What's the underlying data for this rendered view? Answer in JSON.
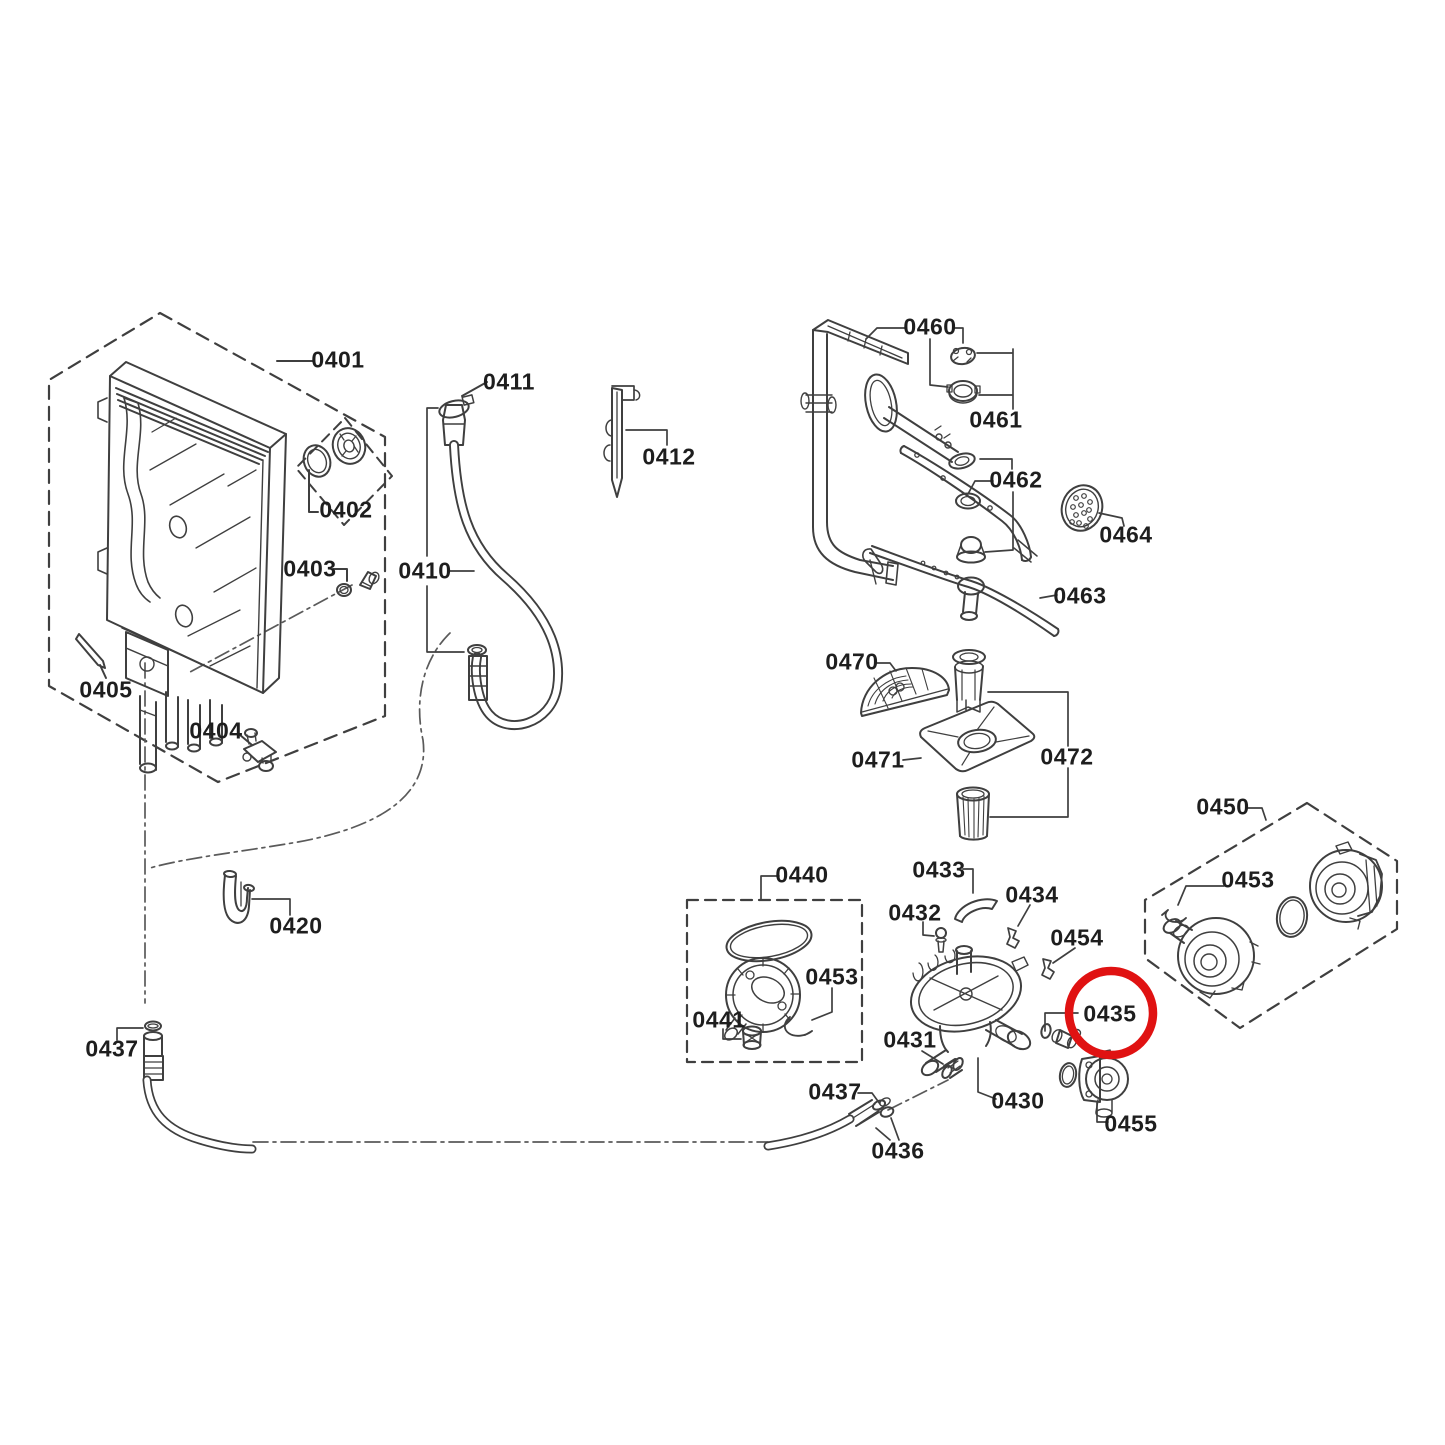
{
  "figure": {
    "type": "exploded-parts-diagram",
    "background": "#ffffff",
    "line_color": "#3f3f3f",
    "label_color": "#1e1e1e"
  },
  "highlight": {
    "circled_part": "0435",
    "color": "#e01212"
  },
  "labels": [
    {
      "id": "0401",
      "text": "0401"
    },
    {
      "id": "0402",
      "text": "0402"
    },
    {
      "id": "0403",
      "text": "0403"
    },
    {
      "id": "0404",
      "text": "0404"
    },
    {
      "id": "0405",
      "text": "0405"
    },
    {
      "id": "0410",
      "text": "0410"
    },
    {
      "id": "0411",
      "text": "0411"
    },
    {
      "id": "0412",
      "text": "0412"
    },
    {
      "id": "0420",
      "text": "0420"
    },
    {
      "id": "0430",
      "text": "0430"
    },
    {
      "id": "0431",
      "text": "0431"
    },
    {
      "id": "0432",
      "text": "0432"
    },
    {
      "id": "0433",
      "text": "0433"
    },
    {
      "id": "0434",
      "text": "0434"
    },
    {
      "id": "0435",
      "text": "0435"
    },
    {
      "id": "0436",
      "text": "0436"
    },
    {
      "id": "0437-left",
      "text": "0437"
    },
    {
      "id": "0437-mid",
      "text": "0437"
    },
    {
      "id": "0440",
      "text": "0440"
    },
    {
      "id": "0441",
      "text": "0441"
    },
    {
      "id": "0450",
      "text": "0450"
    },
    {
      "id": "0453-right",
      "text": "0453"
    },
    {
      "id": "0453-left",
      "text": "0453"
    },
    {
      "id": "0454",
      "text": "0454"
    },
    {
      "id": "0455",
      "text": "0455"
    },
    {
      "id": "0460",
      "text": "0460"
    },
    {
      "id": "0461",
      "text": "0461"
    },
    {
      "id": "0462",
      "text": "0462"
    },
    {
      "id": "0463",
      "text": "0463"
    },
    {
      "id": "0464",
      "text": "0464"
    },
    {
      "id": "0470",
      "text": "0470"
    },
    {
      "id": "0471",
      "text": "0471"
    },
    {
      "id": "0472",
      "text": "0472"
    }
  ]
}
